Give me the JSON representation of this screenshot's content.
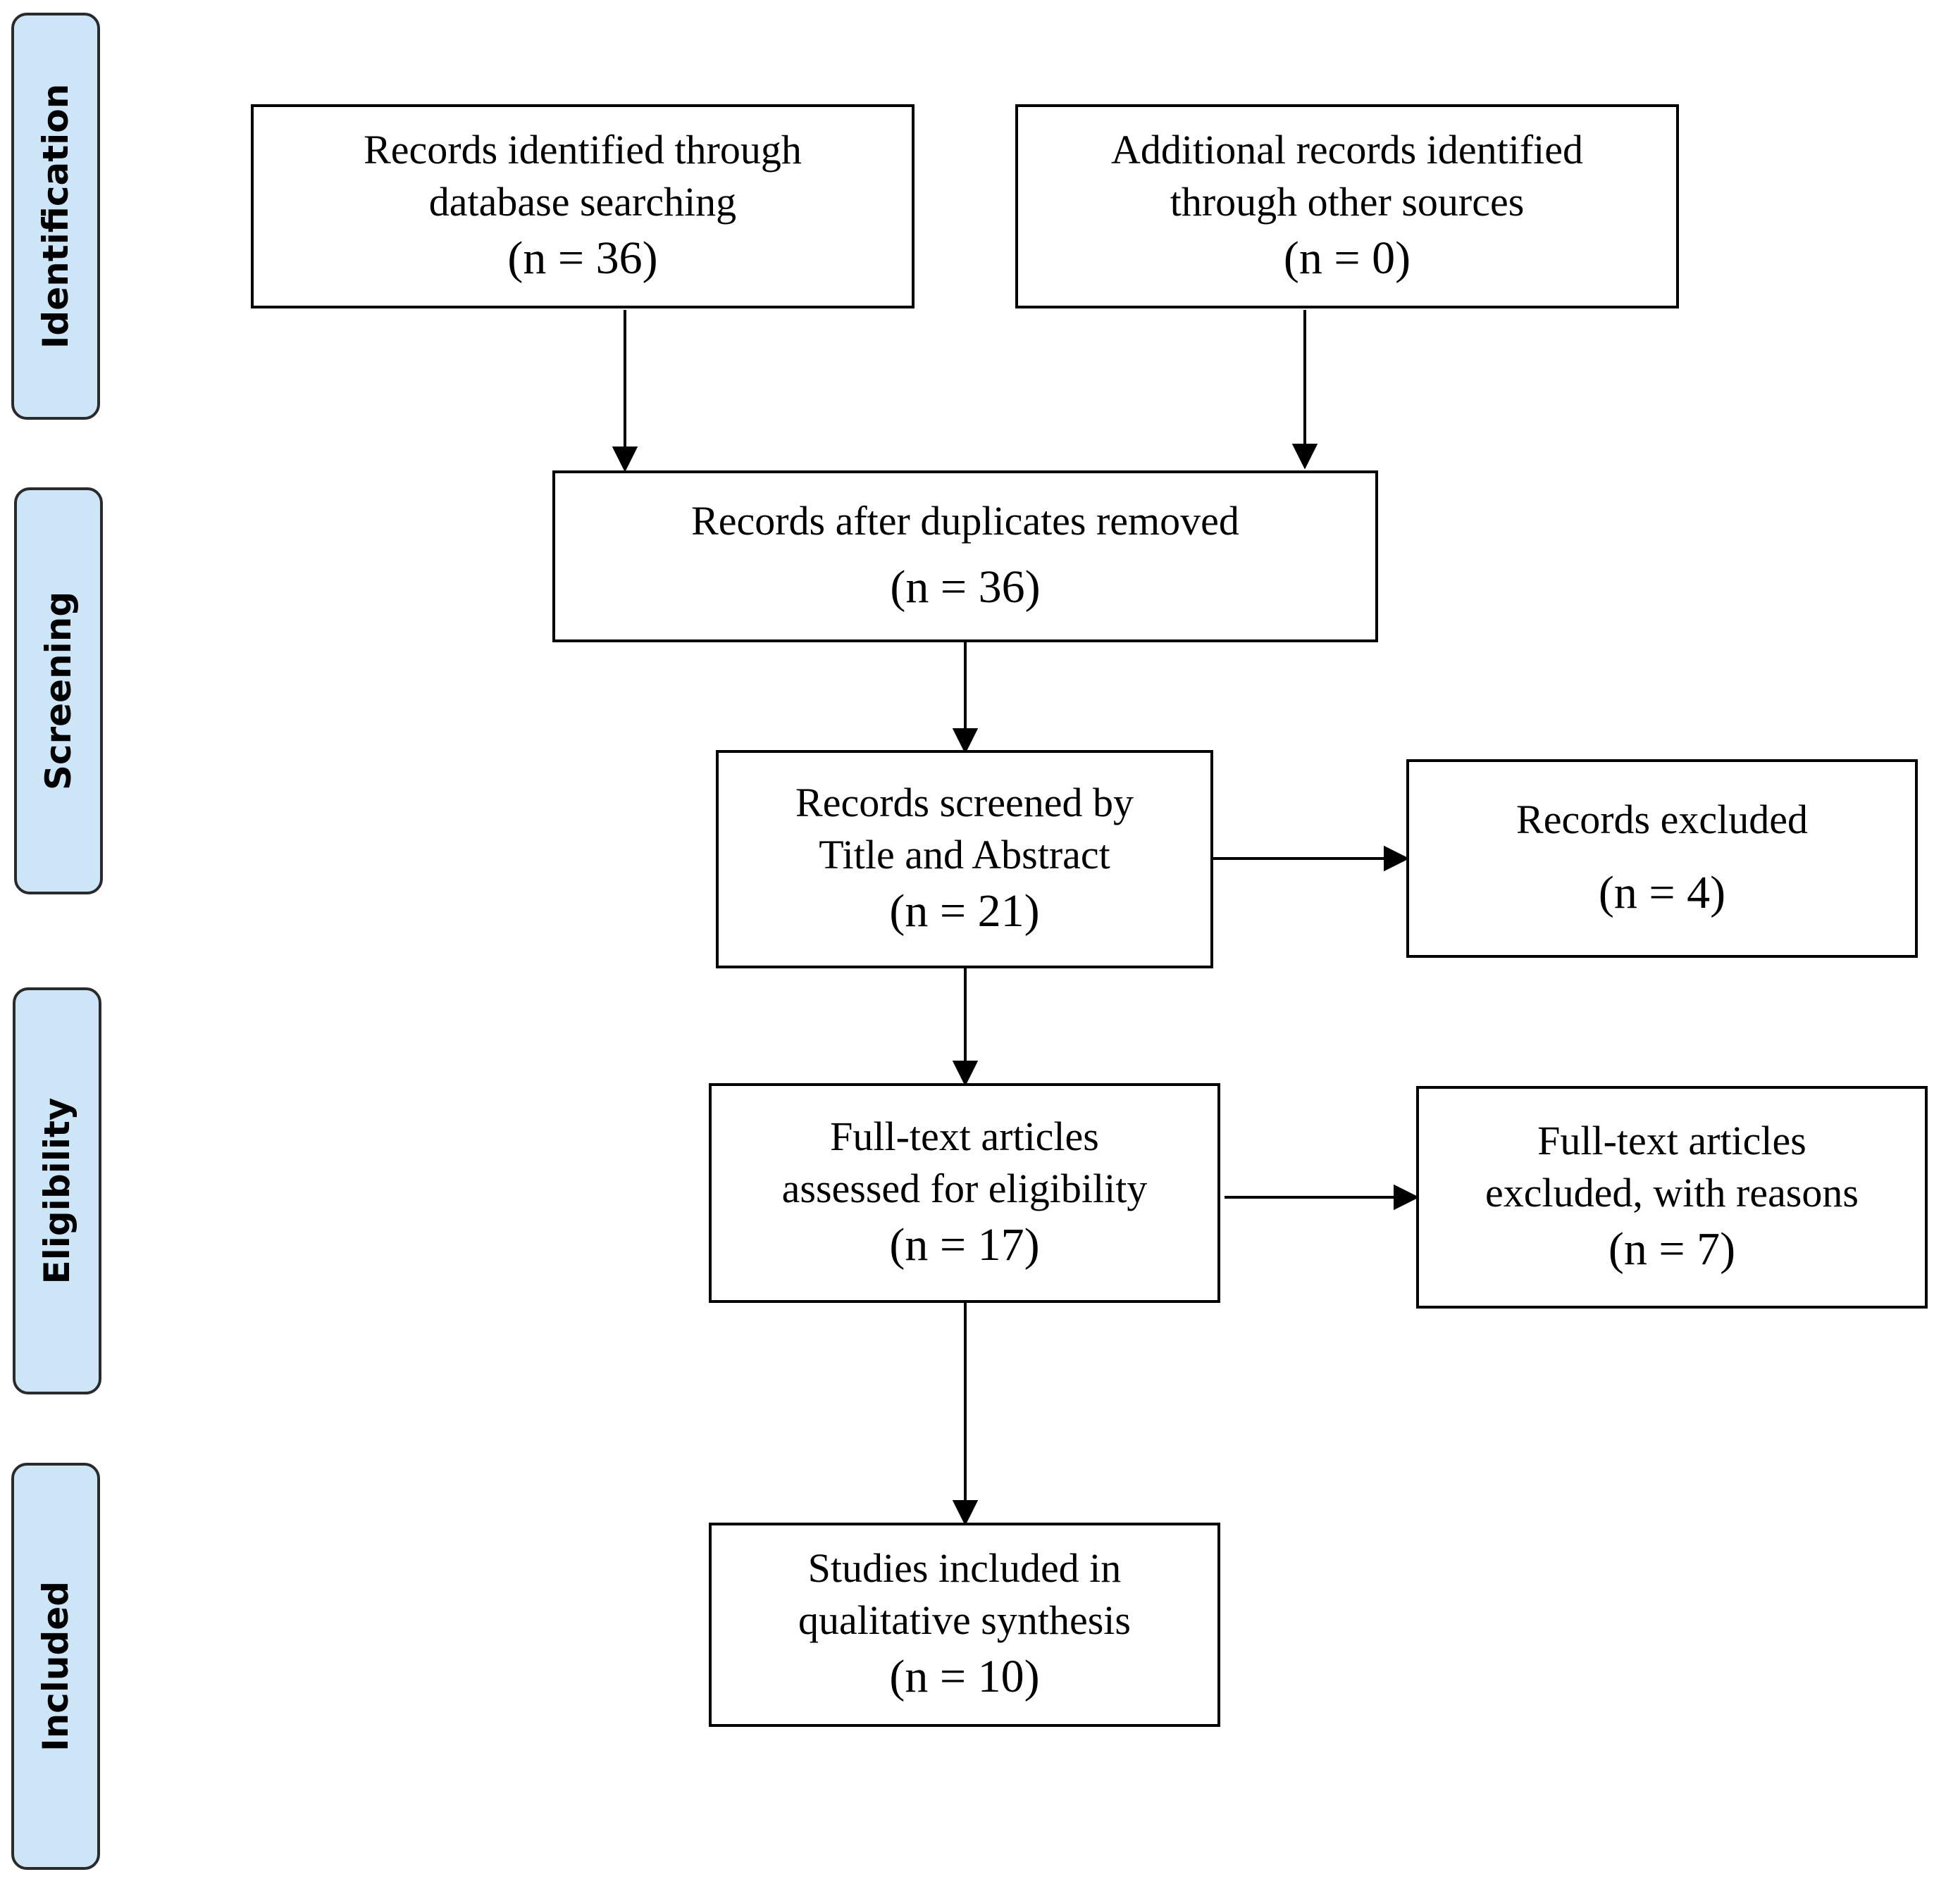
{
  "stages": {
    "identification": "Identification",
    "screening": "Screening",
    "eligibility": "Eligibility",
    "included": "Included"
  },
  "boxes": {
    "database_search": {
      "line1": "Records identified through",
      "line2": "database searching",
      "count": "(n = 36)"
    },
    "other_sources": {
      "line1": "Additional records identified",
      "line2": "through other sources",
      "count": "(n = 0)"
    },
    "duplicates_removed": {
      "line1": "Records after duplicates removed",
      "count": "(n = 36)"
    },
    "screened": {
      "line1": "Records screened by",
      "line2": "Title and Abstract",
      "count": "(n = 21)"
    },
    "excluded": {
      "line1": "Records excluded",
      "count": "(n = 4)"
    },
    "fulltext_assessed": {
      "line1": "Full-text articles",
      "line2": "assessed for eligibility",
      "count": "(n = 17)"
    },
    "fulltext_excluded": {
      "line1": "Full-text articles",
      "line2": "excluded, with reasons",
      "count": "(n = 7)"
    },
    "included_studies": {
      "line1": "Studies included in",
      "line2": "qualitative synthesis",
      "count": "(n = 10)"
    }
  }
}
